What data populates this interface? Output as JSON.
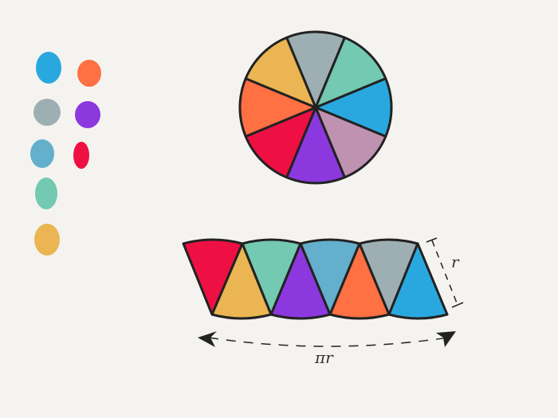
{
  "palette": {
    "blue": "#29a8e0",
    "orange": "#ff7043",
    "grey": "#9eafb3",
    "purple": "#8c38df",
    "steel_blue": "#63afcc",
    "red": "#ee1043",
    "teal": "#73c9b2",
    "gold": "#eab552",
    "mauve": "#bf92b1",
    "outline": "#222222",
    "background": "#f5f3f0"
  },
  "swatches": [
    "blue",
    "orange",
    "grey",
    "purple",
    "steel_blue",
    "red",
    "teal",
    "gold"
  ],
  "circle_sectors": [
    "grey",
    "teal",
    "blue",
    "mauve",
    "purple",
    "red",
    "orange",
    "gold"
  ],
  "strip": {
    "down_sectors": [
      "red",
      "teal",
      "steel_blue",
      "grey"
    ],
    "up_sectors": [
      "gold",
      "purple",
      "orange",
      "blue"
    ]
  },
  "labels": {
    "radius": "r",
    "half_circumference": "πr"
  }
}
